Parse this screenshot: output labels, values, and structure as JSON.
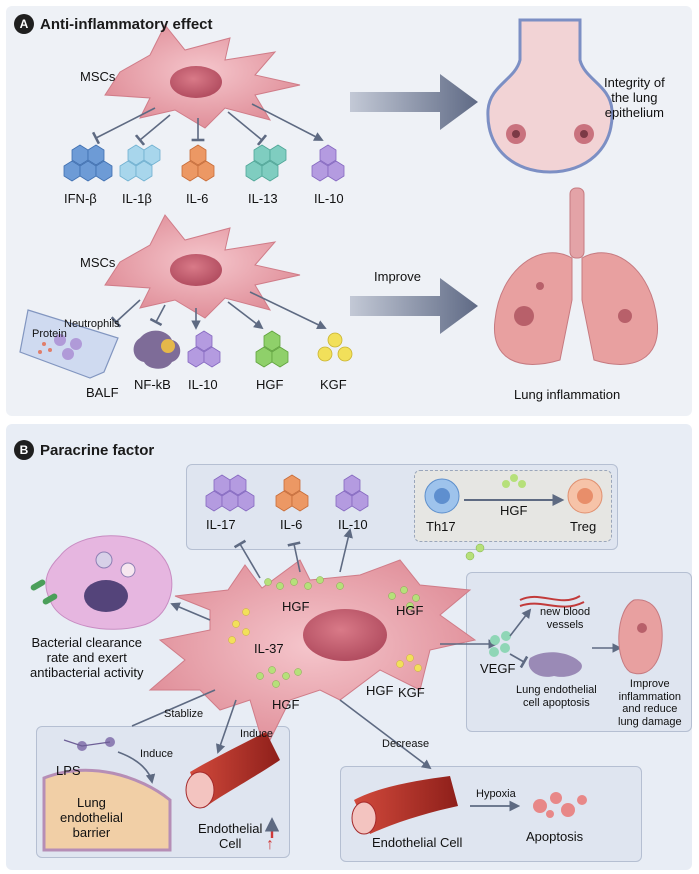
{
  "panelA": {
    "letter": "A",
    "title": "Anti-inflammatory effect",
    "row1": {
      "cell_label": "MSCs",
      "cytokines": [
        "IFN-β",
        "IL-1β",
        "IL-6",
        "IL-13",
        "IL-10"
      ],
      "outcome": "Integrity of\nthe lung\nepithelium"
    },
    "row2": {
      "cell_label": "MSCs",
      "arrow_label": "Improve",
      "balf_protein": "Protein",
      "balf_neutrophils": "Neutrophils",
      "targets": [
        "BALF",
        "NF-kB",
        "IL-10",
        "HGF",
        "KGF"
      ],
      "outcome": "Lung inflammation"
    }
  },
  "panelB": {
    "letter": "B",
    "title": "Paracrine factor",
    "top_box": {
      "cytokines": [
        "IL-17",
        "IL-6",
        "IL-10"
      ],
      "th17": "Th17",
      "hgf": "HGF",
      "treg": "Treg"
    },
    "cell_labels": {
      "hgf_top": "HGF",
      "hgf_right": "HGF",
      "il37": "IL-37",
      "hgf_bottom": "HGF",
      "hgf_kgf_hgf": "HGF",
      "hgf_kgf_kgf": "KGF"
    },
    "left_note": "Bacterial clearance\nrate and exert\nantibacterial activity",
    "right_box": {
      "vessels": "new blood\nvessels",
      "vegf": "VEGF",
      "apoptosis": "Lung endothelial\ncell apoptosis",
      "result": "Improve\ninflammation\nand reduce\nlung damage"
    },
    "bottom_left": {
      "stabilize": "Stablize",
      "induce1": "Induce",
      "induce2": "Induce",
      "lps": "LPS",
      "barrier": "Lung\nendothelial\nbarrier",
      "endo_cell": "Endothelial\nCell",
      "up_arrow": "↑"
    },
    "bottom_right": {
      "decrease": "Decrease",
      "endo_cell": "Endothelial Cell",
      "hypoxia": "Hypoxia",
      "apoptosis": "Apoptosis"
    }
  },
  "colors": {
    "panel_bg": "#e8edf5",
    "cell_pink": "#e9a0a8",
    "lung_pink": "#e8a0a0",
    "blue_hex": "#6d9bd6",
    "lightblue_hex": "#a8d6ec",
    "orange_hex": "#ec9864",
    "teal_hex": "#7fcdc0",
    "purple_hex": "#b49be0",
    "green_hex": "#8fd06a",
    "yellow_hex": "#f2e05a",
    "arrow_grey": "#5e6a82"
  }
}
